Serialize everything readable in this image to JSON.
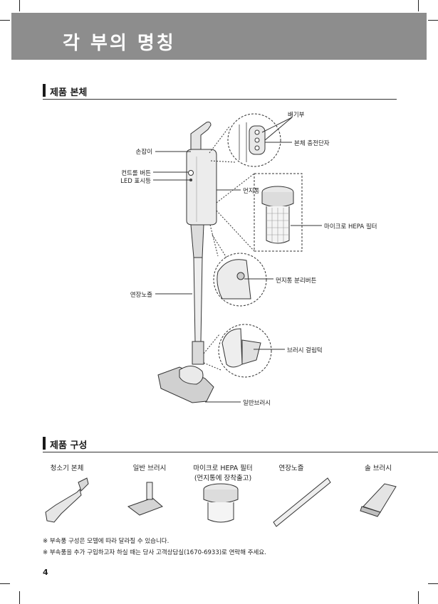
{
  "page": {
    "title": "각 부의 명칭",
    "number": "4"
  },
  "sections": {
    "body": "제품 본체",
    "components": "제품 구성"
  },
  "parts": {
    "handle": "손잡이",
    "control_button": "컨트롤 버튼",
    "led": "LED 표시등",
    "exhaust": "배기부",
    "charge_terminal": "본체 충전단자",
    "dust_bin": "먼지통",
    "hepa_filter": "마이크로 HEPA 필터",
    "dust_release": "먼지통 분리버튼",
    "extension": "연장노즐",
    "brush_latch": "브러시 걸림턱",
    "floor_brush": "일반브러시"
  },
  "components": [
    {
      "line1": "청소기 본체",
      "line2": ""
    },
    {
      "line1": "일반 브러시",
      "line2": ""
    },
    {
      "line1": "마이크로 HEPA 필터",
      "line2": "(먼지통에 장착출고)"
    },
    {
      "line1": "연장노즐",
      "line2": ""
    },
    {
      "line1": "솔 브러시",
      "line2": ""
    }
  ],
  "notes": [
    "※ 부속품 구성은 모델에 따라 달라질 수 있습니다.",
    "※ 부속품을 추가 구입하고자 하실 때는 당사 고객상담실(1670-6933)로 연락해 주세요."
  ]
}
